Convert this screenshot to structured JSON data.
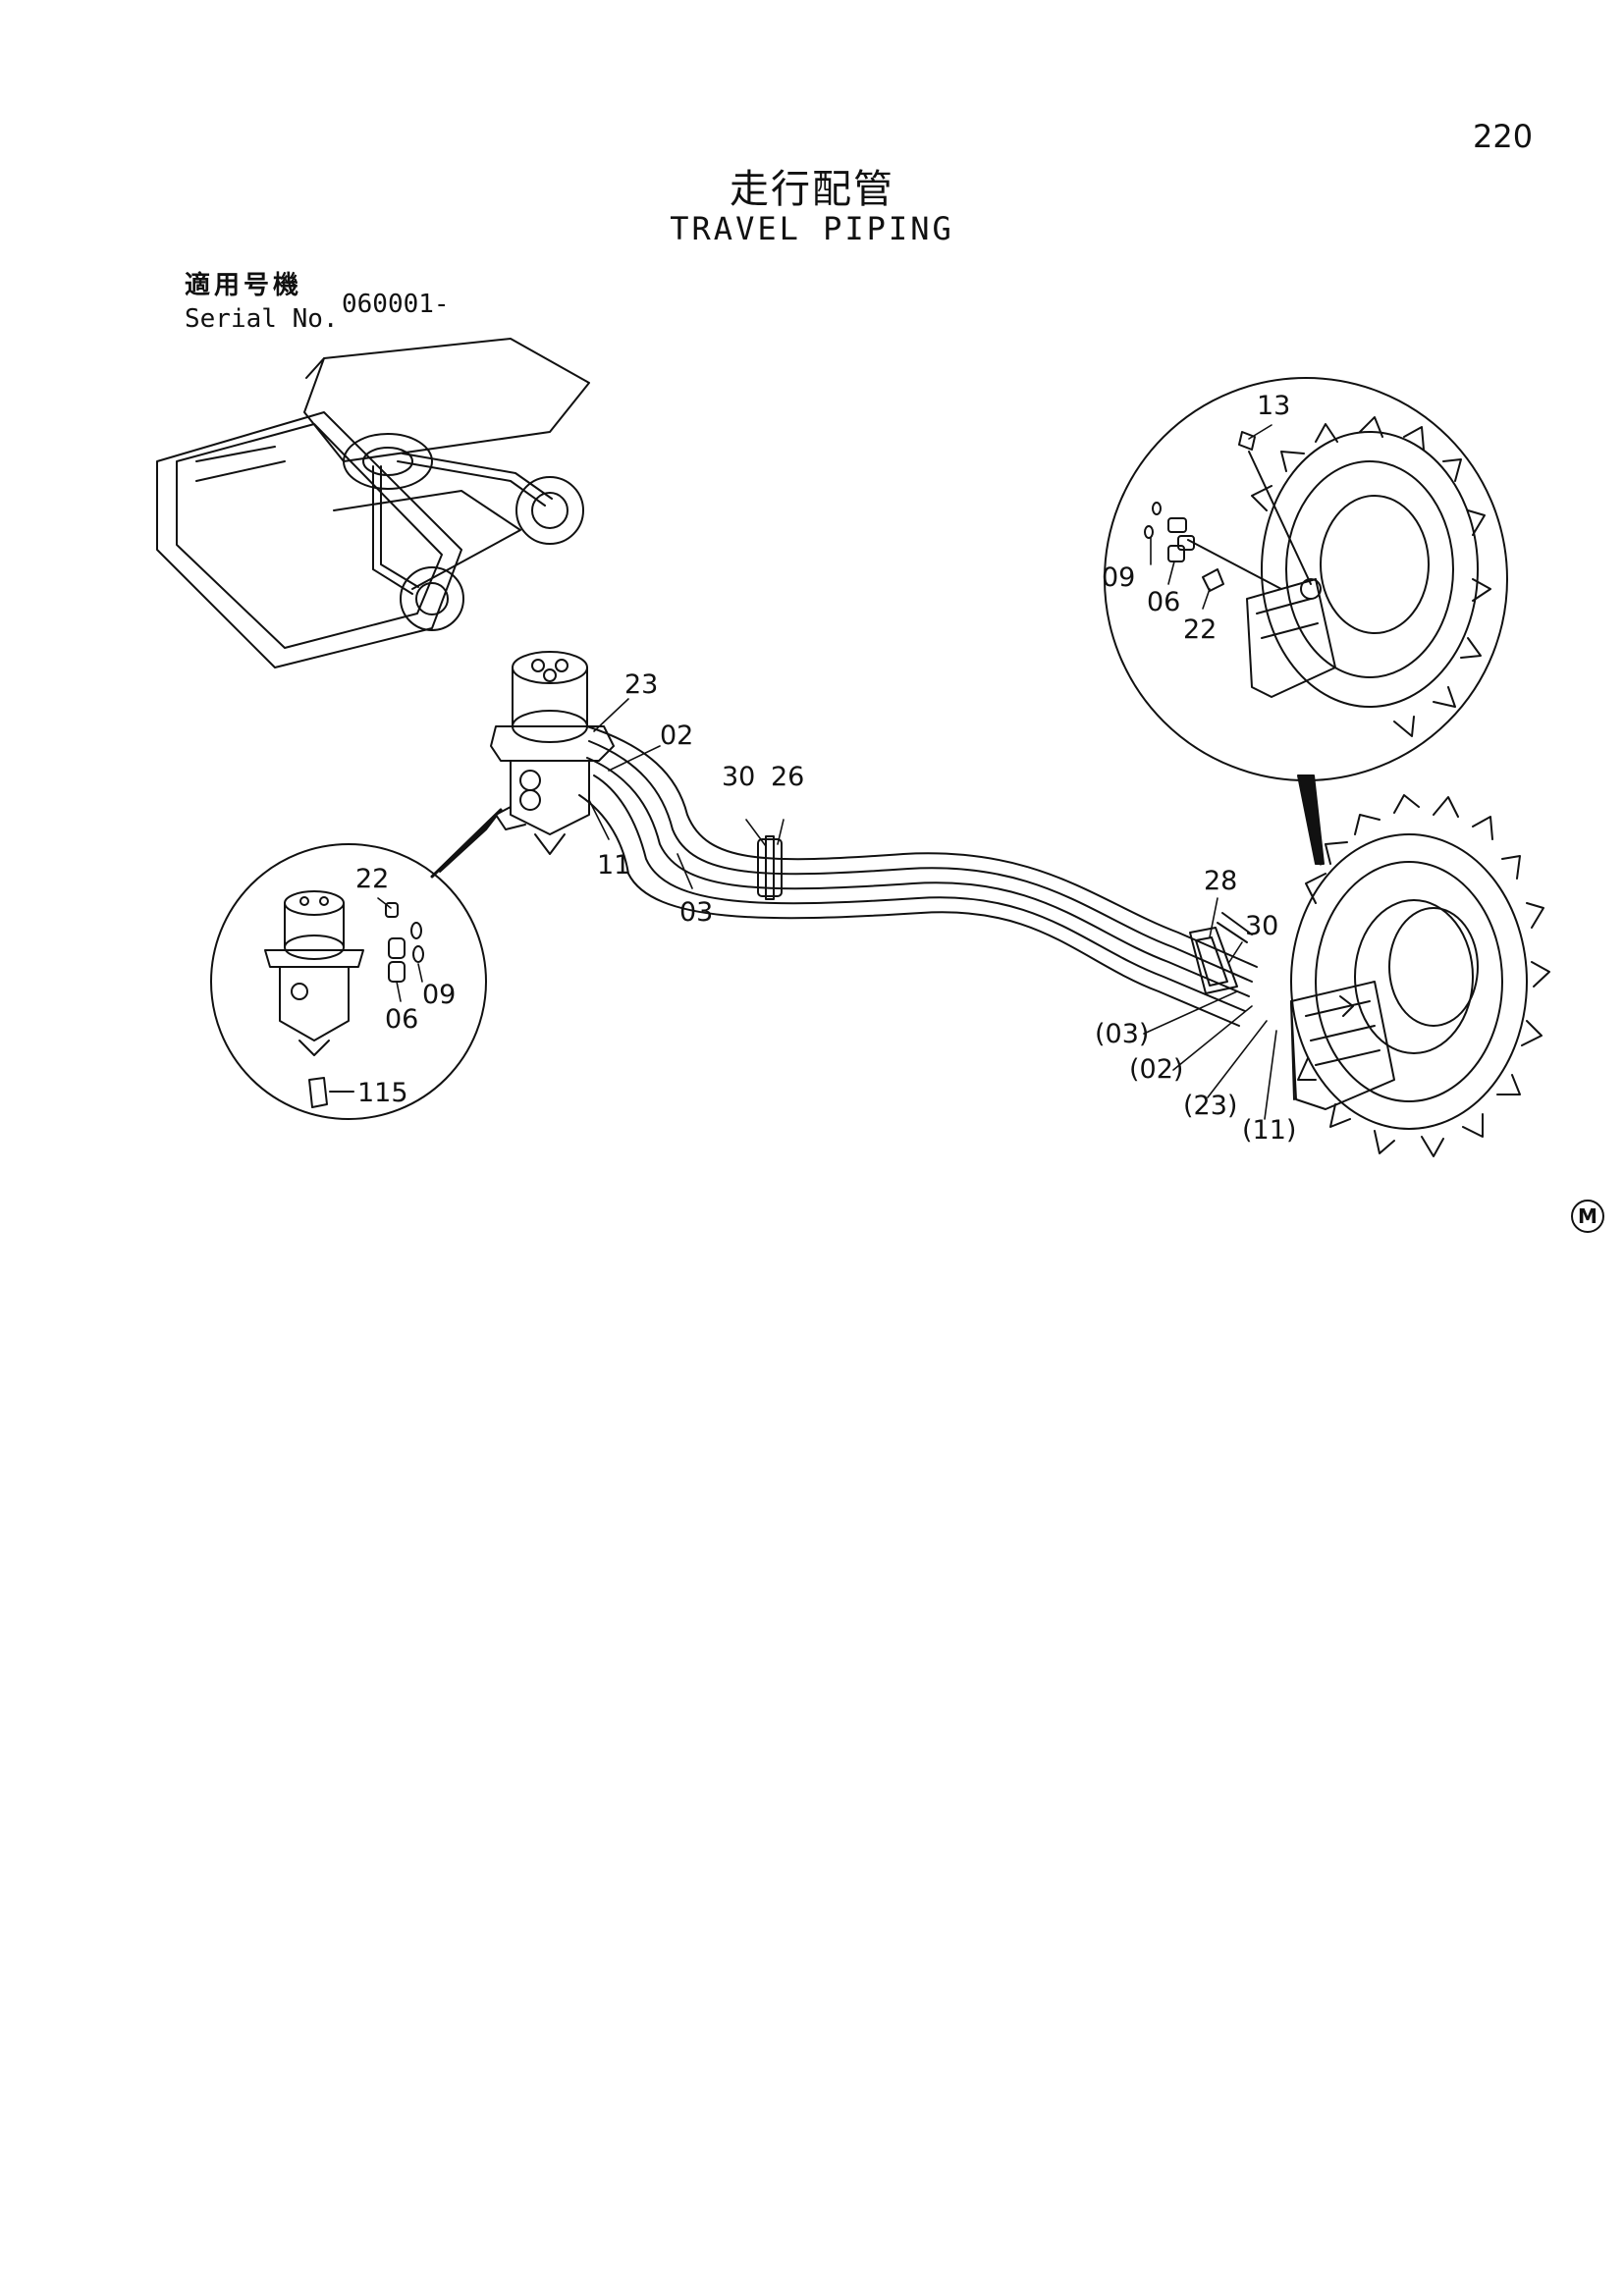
{
  "page_number": "220",
  "title_jp": "走行配管",
  "title_en": "TRAVEL PIPING",
  "serial": {
    "label_jp": "適用号機",
    "label_en": "Serial No.",
    "value": "060001-"
  },
  "callouts": {
    "c23": "23",
    "c02": "02",
    "c30a": "30",
    "c26": "26",
    "c11": "11",
    "c03": "03",
    "c28": "28",
    "c30b": "30",
    "p03": "(03)",
    "p02": "(02)",
    "p23": "(23)",
    "p11": "(11)",
    "l22": "22",
    "l06": "06",
    "l09": "09",
    "l115": "115",
    "r13": "13",
    "r09": "09",
    "r06": "06",
    "r22": "22"
  },
  "mark_symbol": "M"
}
